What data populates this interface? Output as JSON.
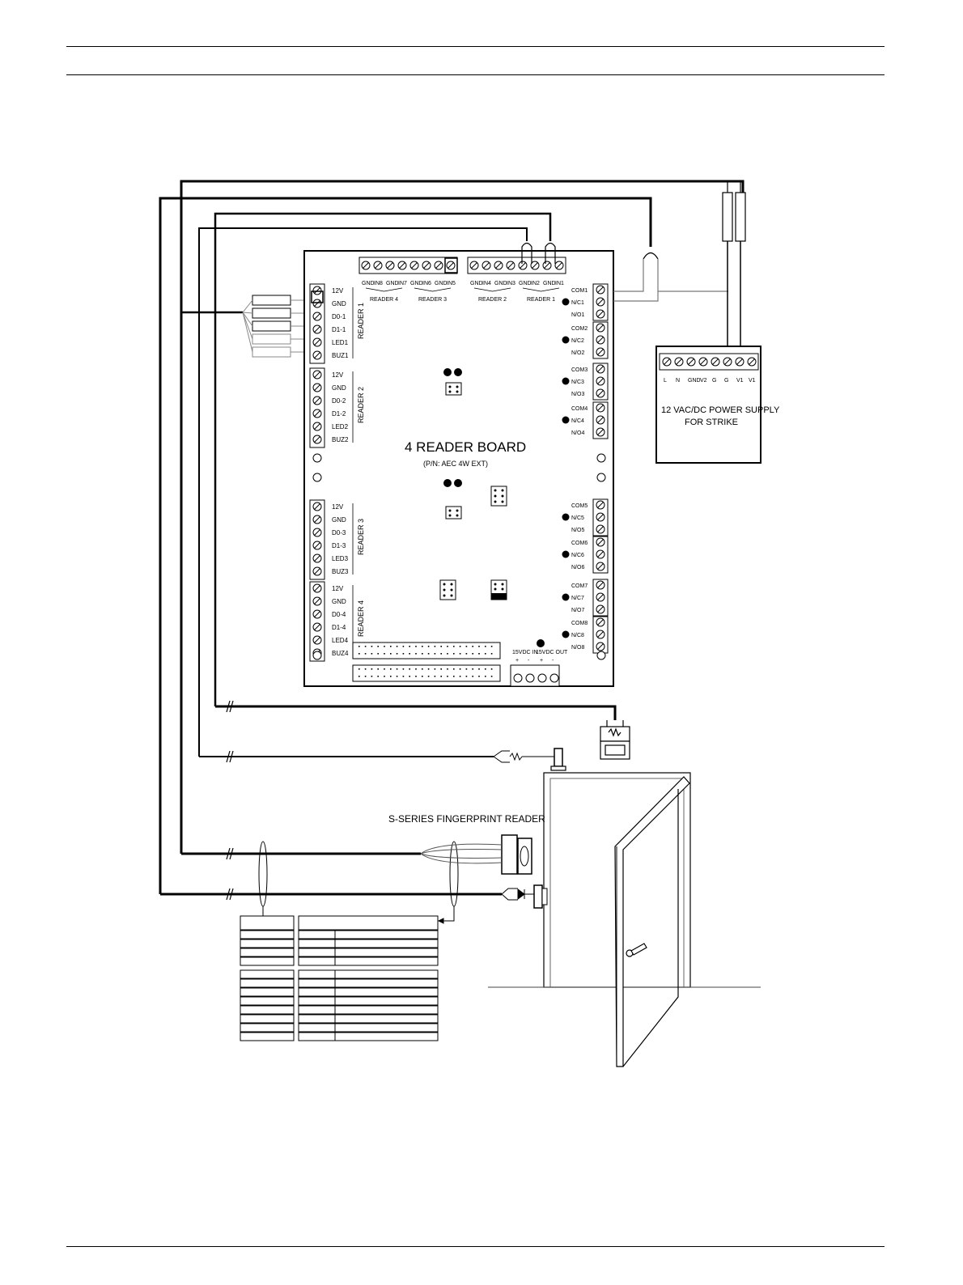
{
  "board": {
    "title": "4 READER BOARD",
    "part_number": "(P/N: AEC 4W EXT)",
    "top_terminals": [
      "GND",
      "IN8",
      "GND",
      "IN7",
      "GND",
      "IN6",
      "GND",
      "IN5",
      "GND",
      "IN4",
      "GND",
      "IN3",
      "GND",
      "IN2",
      "GND",
      "IN1"
    ],
    "top_groups": [
      "READER 4",
      "READER 3",
      "READER 2",
      "READER 1"
    ],
    "reader_blocks": [
      {
        "name": "READER 1",
        "pins": [
          "12V",
          "GND",
          "D0-1",
          "D1-1",
          "LED1",
          "BUZ1"
        ]
      },
      {
        "name": "READER 2",
        "pins": [
          "12V",
          "GND",
          "D0-2",
          "D1-2",
          "LED2",
          "BUZ2"
        ]
      },
      {
        "name": "READER 3",
        "pins": [
          "12V",
          "GND",
          "D0-3",
          "D1-3",
          "LED3",
          "BUZ3"
        ]
      },
      {
        "name": "READER 4",
        "pins": [
          "12V",
          "GND",
          "D0-4",
          "D1-4",
          "LED4",
          "BUZ4"
        ]
      }
    ],
    "relay_blocks": [
      [
        "COM1",
        "N/C1",
        "N/O1"
      ],
      [
        "COM2",
        "N/C2",
        "N/O2"
      ],
      [
        "COM3",
        "N/C3",
        "N/O3"
      ],
      [
        "COM4",
        "N/C4",
        "N/O4"
      ],
      [
        "COM5",
        "N/C5",
        "N/O5"
      ],
      [
        "COM6",
        "N/C6",
        "N/O6"
      ],
      [
        "COM7",
        "N/C7",
        "N/O7"
      ],
      [
        "COM8",
        "N/C8",
        "N/O8"
      ]
    ],
    "power_in": "15VDC IN",
    "power_out": "15VDC OUT",
    "plus": "+",
    "minus": "-"
  },
  "psu": {
    "title_line1": "12 VAC/DC POWER SUPPLY",
    "title_line2": "FOR STRIKE",
    "terminals": [
      "L",
      "N",
      "GND",
      "V2",
      "G",
      "G",
      "V1",
      "V1"
    ]
  },
  "reader_label": "S-SERIES FINGERPRINT READER",
  "colors": {
    "line": "#000000",
    "paper": "#ffffff",
    "thin": "#666666"
  }
}
